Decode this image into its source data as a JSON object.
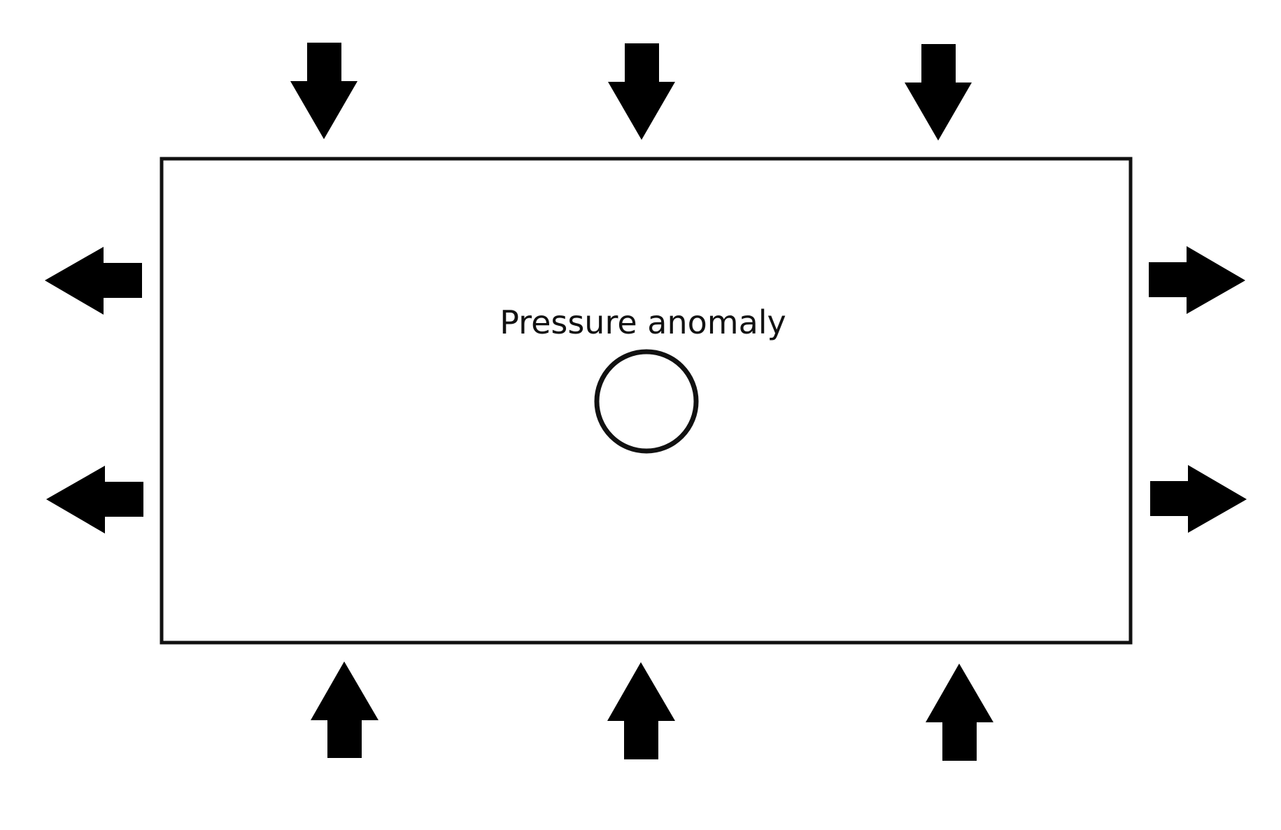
{
  "diagram": {
    "label": "Pressure anomaly",
    "colors": {
      "background": "#ffffff",
      "stroke": "#111111",
      "arrow": "#000000"
    },
    "arrows": {
      "top": {
        "count": 3,
        "direction": "down"
      },
      "bottom": {
        "count": 3,
        "direction": "up"
      },
      "left": {
        "count": 2,
        "direction": "left"
      },
      "right": {
        "count": 2,
        "direction": "right"
      }
    },
    "icons": [
      "arrow-down-icon",
      "arrow-up-icon",
      "arrow-left-icon",
      "arrow-right-icon",
      "circle-icon"
    ]
  }
}
